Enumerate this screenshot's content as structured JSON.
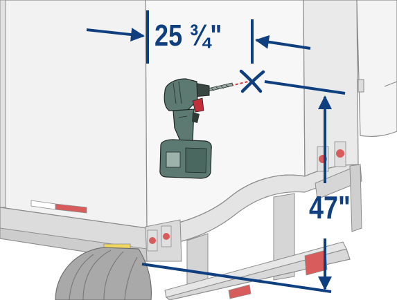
{
  "measurements": {
    "horizontal": "25 ¾\"",
    "vertical": "47\""
  },
  "colors": {
    "dimension": "#0f3f7f",
    "trailer_body": "#efefef",
    "trailer_outline": "#8c8c8c",
    "frame": "#cfcfcf",
    "reflector_red": "#d95c5c",
    "reflector_amber": "#f0d860",
    "drill_body": "#5c7a72",
    "drill_dark": "#2f3a36",
    "drill_accent": "#c22f3b",
    "laser": "#d6303a"
  },
  "icons": {
    "tool": "cordless-drill-icon",
    "target": "target-x-mark"
  }
}
